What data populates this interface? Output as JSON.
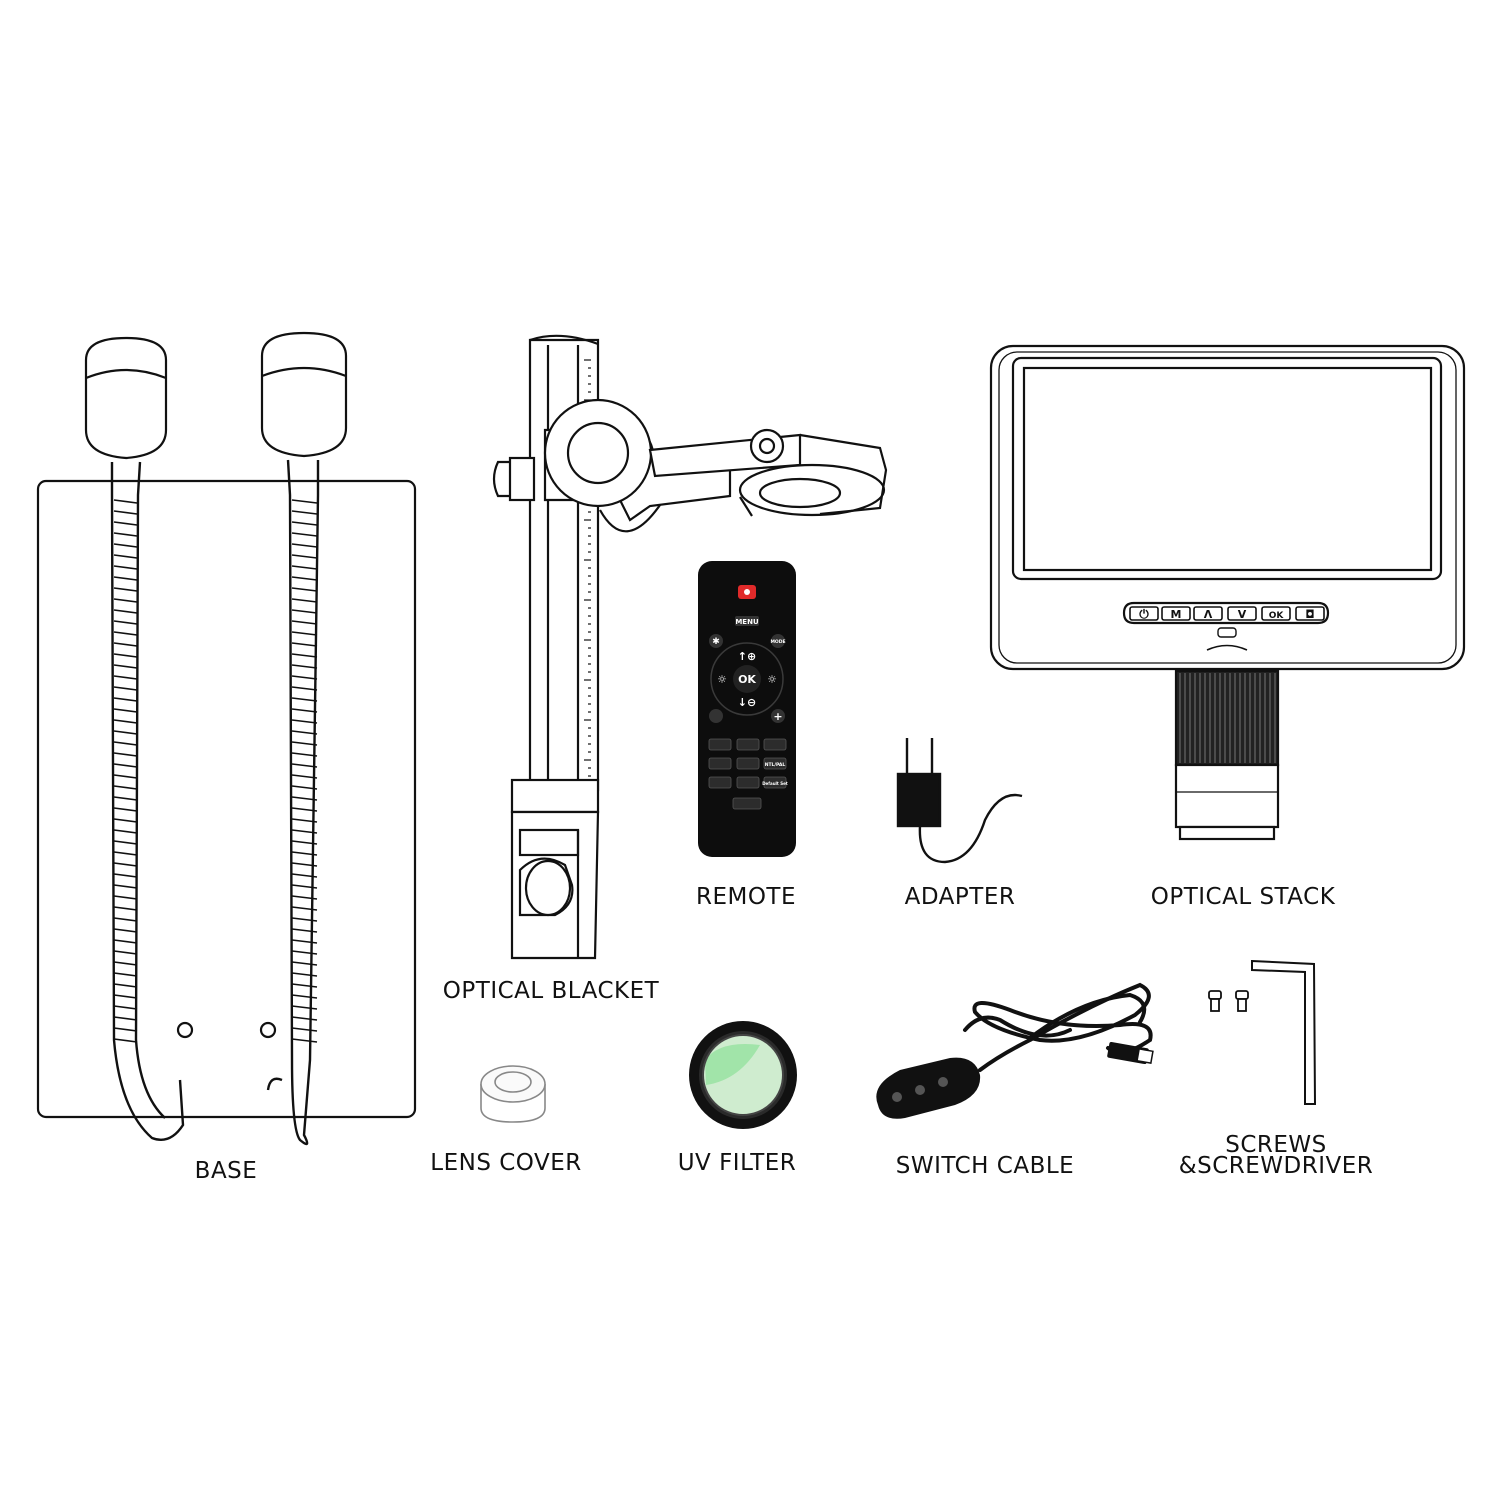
{
  "labels": {
    "base": "BASE",
    "optical_bracket": "OPTICAL BLACKET",
    "remote": "REMOTE",
    "adapter": "ADAPTER",
    "optical_stack": "OPTICAL STACK",
    "lens_cover": "LENS COVER",
    "uv_filter": "UV FILTER",
    "switch_cable": "SWITCH CABLE",
    "screws_line1": "SCREWS",
    "screws_line2": "&SCREWDRIVER"
  },
  "remote_keys": {
    "menu": "MENU",
    "mode": "MODE",
    "ok": "OK",
    "ntsc_pal": "NTL/PAL",
    "default": "Default Set"
  },
  "monitor_buttons": [
    "M",
    "Λ",
    "V",
    "OK"
  ],
  "colors": {
    "line": "#111111",
    "remote_body": "#0d0d0d",
    "record_button": "#e02a2a",
    "filter_tint": "#9be3a4"
  }
}
